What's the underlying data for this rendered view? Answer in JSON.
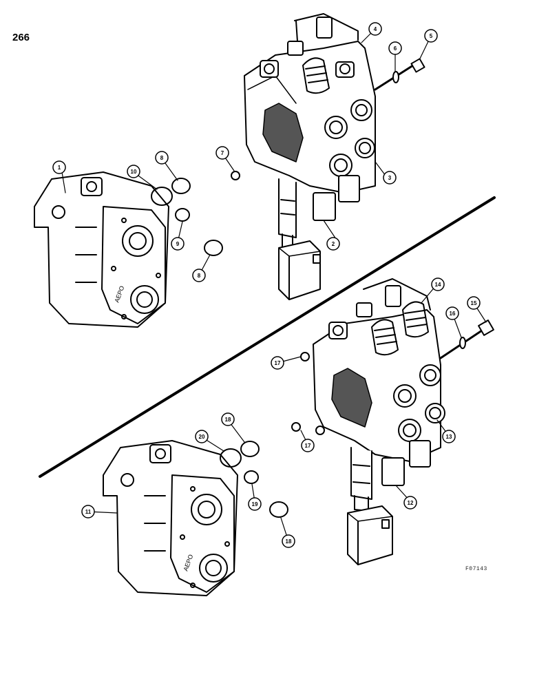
{
  "page": {
    "number": "266",
    "reference_code": "F07143"
  },
  "callouts": {
    "c1": "1",
    "c2": "2",
    "c3": "3",
    "c4": "4",
    "c5": "5",
    "c6": "6",
    "c7": "7",
    "c8a": "8",
    "c8b": "8",
    "c9": "9",
    "c10": "10",
    "c11": "11",
    "c12": "12",
    "c13": "13",
    "c14": "14",
    "c15": "15",
    "c16": "16",
    "c17a": "17",
    "c17b": "17",
    "c18a": "18",
    "c18b": "18",
    "c19": "19",
    "c20": "20"
  },
  "casting_marks": {
    "a": "AEPO",
    "b": "AEPO"
  }
}
